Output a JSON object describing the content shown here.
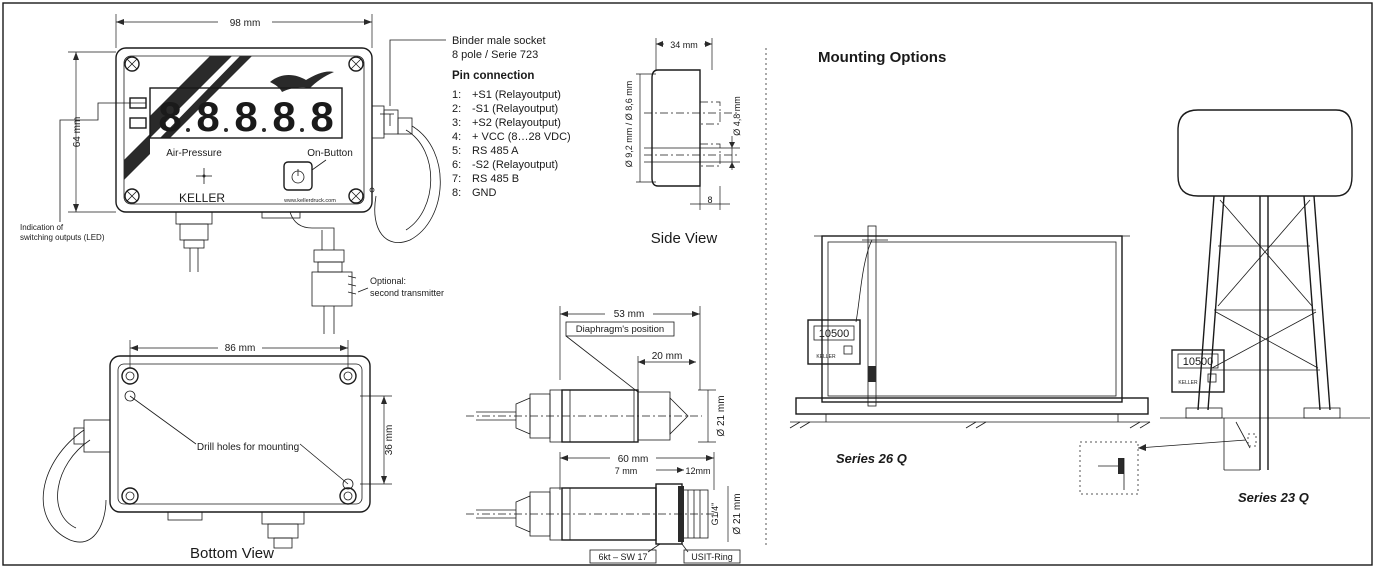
{
  "front": {
    "width_dim": "98 mm",
    "height_dim": "64 mm",
    "digits": [
      "8",
      "8",
      "8",
      "8",
      "8"
    ],
    "air_pressure": "Air-Pressure",
    "on_button": "On-Button",
    "brand": "KELLER",
    "website": "www.kellerdruck.com",
    "led_note": [
      "Indication of",
      "switching outputs (LED)"
    ],
    "optional_note": [
      "Optional:",
      "second transmitter"
    ]
  },
  "socket": {
    "title": [
      "Binder male socket",
      "8 pole / Serie 723"
    ],
    "pin_heading": "Pin connection",
    "pins": [
      {
        "num": "1:",
        "label": "+S1 (Relayoutput)"
      },
      {
        "num": "2:",
        "label": "-S1 (Relayoutput)"
      },
      {
        "num": "3:",
        "label": "+S2 (Relayoutput)"
      },
      {
        "num": "4:",
        "label": "+ VCC (8…28 VDC)"
      },
      {
        "num": "5:",
        "label": "RS 485 A"
      },
      {
        "num": "6:",
        "label": "-S2 (Relayoutput)"
      },
      {
        "num": "7:",
        "label": "RS 485 B"
      },
      {
        "num": "8:",
        "label": "GND"
      }
    ]
  },
  "side": {
    "width_dim": "34 mm",
    "left_dim": "Ø 9,2 mm / Ø 8,6 mm",
    "right_dim": "Ø 4,8 mm",
    "bottom_dim": "8",
    "caption": "Side View"
  },
  "bottom": {
    "width_dim": "86 mm",
    "height_dim": "36 mm",
    "drill_note": "Drill holes for mounting",
    "caption": "Bottom View"
  },
  "probe1": {
    "length_dim": "53 mm",
    "diaphragm": "Diaphragm's position",
    "tip_dim": "20 mm",
    "dia_dim": "Ø 21 mm"
  },
  "probe2": {
    "length_dim": "60 mm",
    "dim_7": "7 mm",
    "dim_12": "12mm",
    "thread": "G1/4\"",
    "dia_dim": "Ø 21 mm",
    "hex": "6kt – SW 17",
    "ring": "USIT-Ring"
  },
  "mounting": {
    "title": "Mounting Options",
    "display_value": "10500",
    "brand_small": "KELLER",
    "series_left": "Series 26 Q",
    "series_right": "Series 23 Q"
  }
}
